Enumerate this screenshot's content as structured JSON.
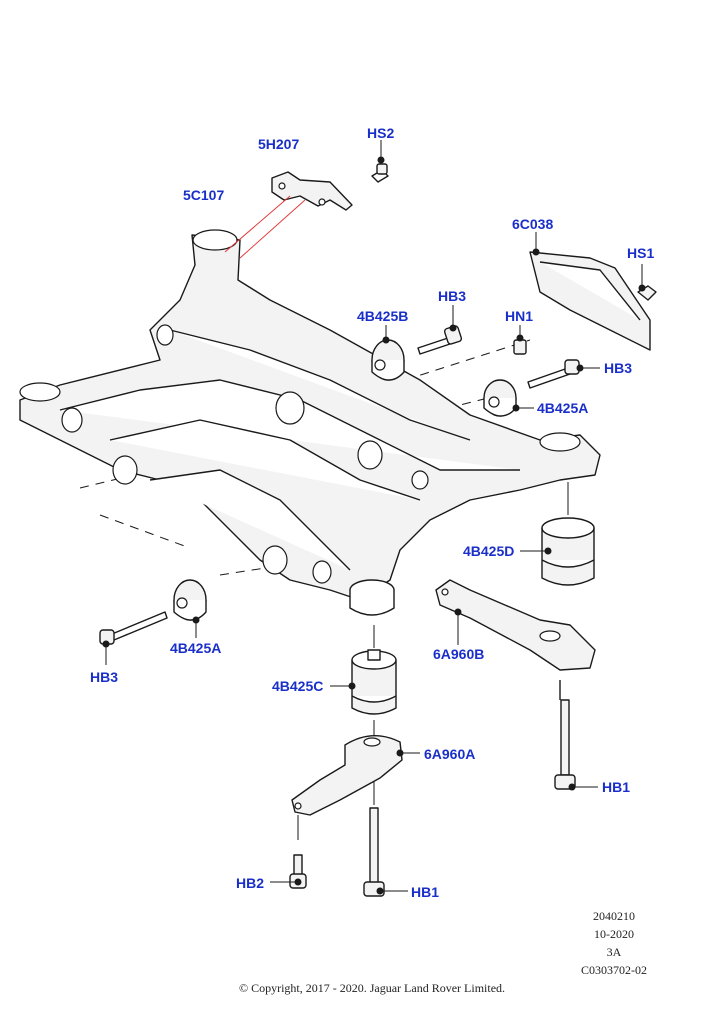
{
  "callouts": {
    "hs2": "HS2",
    "5h207": "5H207",
    "5c107": "5C107",
    "6c038": "6C038",
    "hs1": "HS1",
    "hb3_top": "HB3",
    "4b425b": "4B425B",
    "hn1": "HN1",
    "hb3_right": "HB3",
    "4b425a_right": "4B425A",
    "4b425d": "4B425D",
    "4b425a_left": "4B425A",
    "hb3_left": "HB3",
    "6a960b": "6A960B",
    "4b425c": "4B425C",
    "6a960a": "6A960A",
    "hb1_right": "HB1",
    "hb2": "HB2",
    "hb1_bottom": "HB1"
  },
  "meta": {
    "code1": "2040210",
    "date": "10-2020",
    "rev": "3A",
    "ref": "C0303702-02"
  },
  "copyright": "© Copyright, 2017 - 2020. Jaguar Land Rover Limited."
}
